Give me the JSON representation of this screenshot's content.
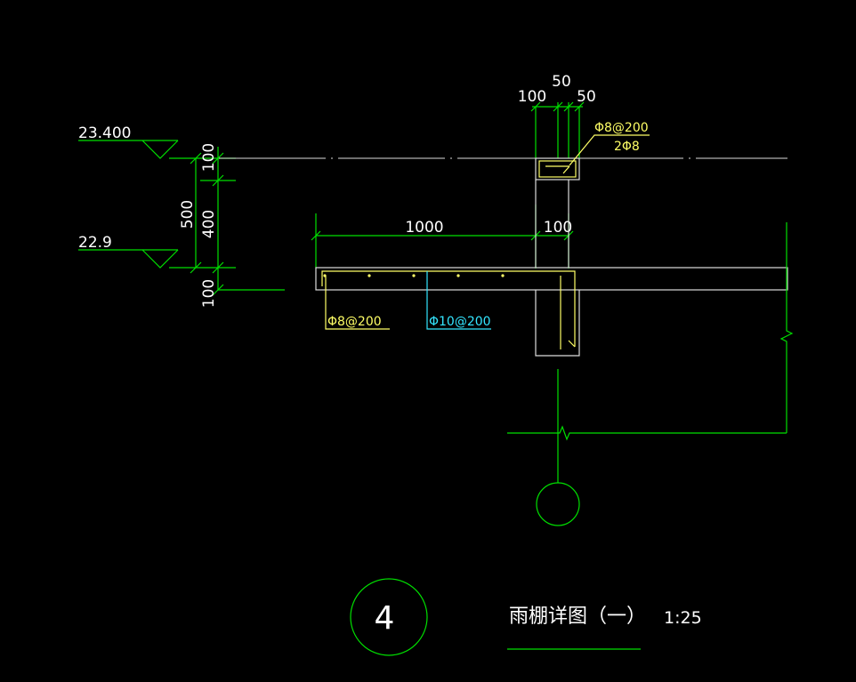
{
  "levels": {
    "top": "23.400",
    "bottom": "22.9"
  },
  "dims": {
    "vertical_total": "500",
    "vertical_parts": [
      "100",
      "400",
      "100"
    ],
    "top_parts": [
      "100",
      "50",
      "50"
    ],
    "slab_length": "1000",
    "wall_width": "100"
  },
  "rebar": {
    "beam_stirrup": "Φ8@200",
    "beam_main": "2Φ8",
    "slab_top": "Φ8@200",
    "slab_bottom": "Φ10@200"
  },
  "detail": {
    "number": "4",
    "title": "雨棚详图（一）",
    "scale": "1:25"
  },
  "colors": {
    "line": "#00e000",
    "outline": "#ffffff",
    "rebar_label": "#ffff66",
    "rebar_label_alt": "#33e6ff",
    "background": "#000000"
  }
}
